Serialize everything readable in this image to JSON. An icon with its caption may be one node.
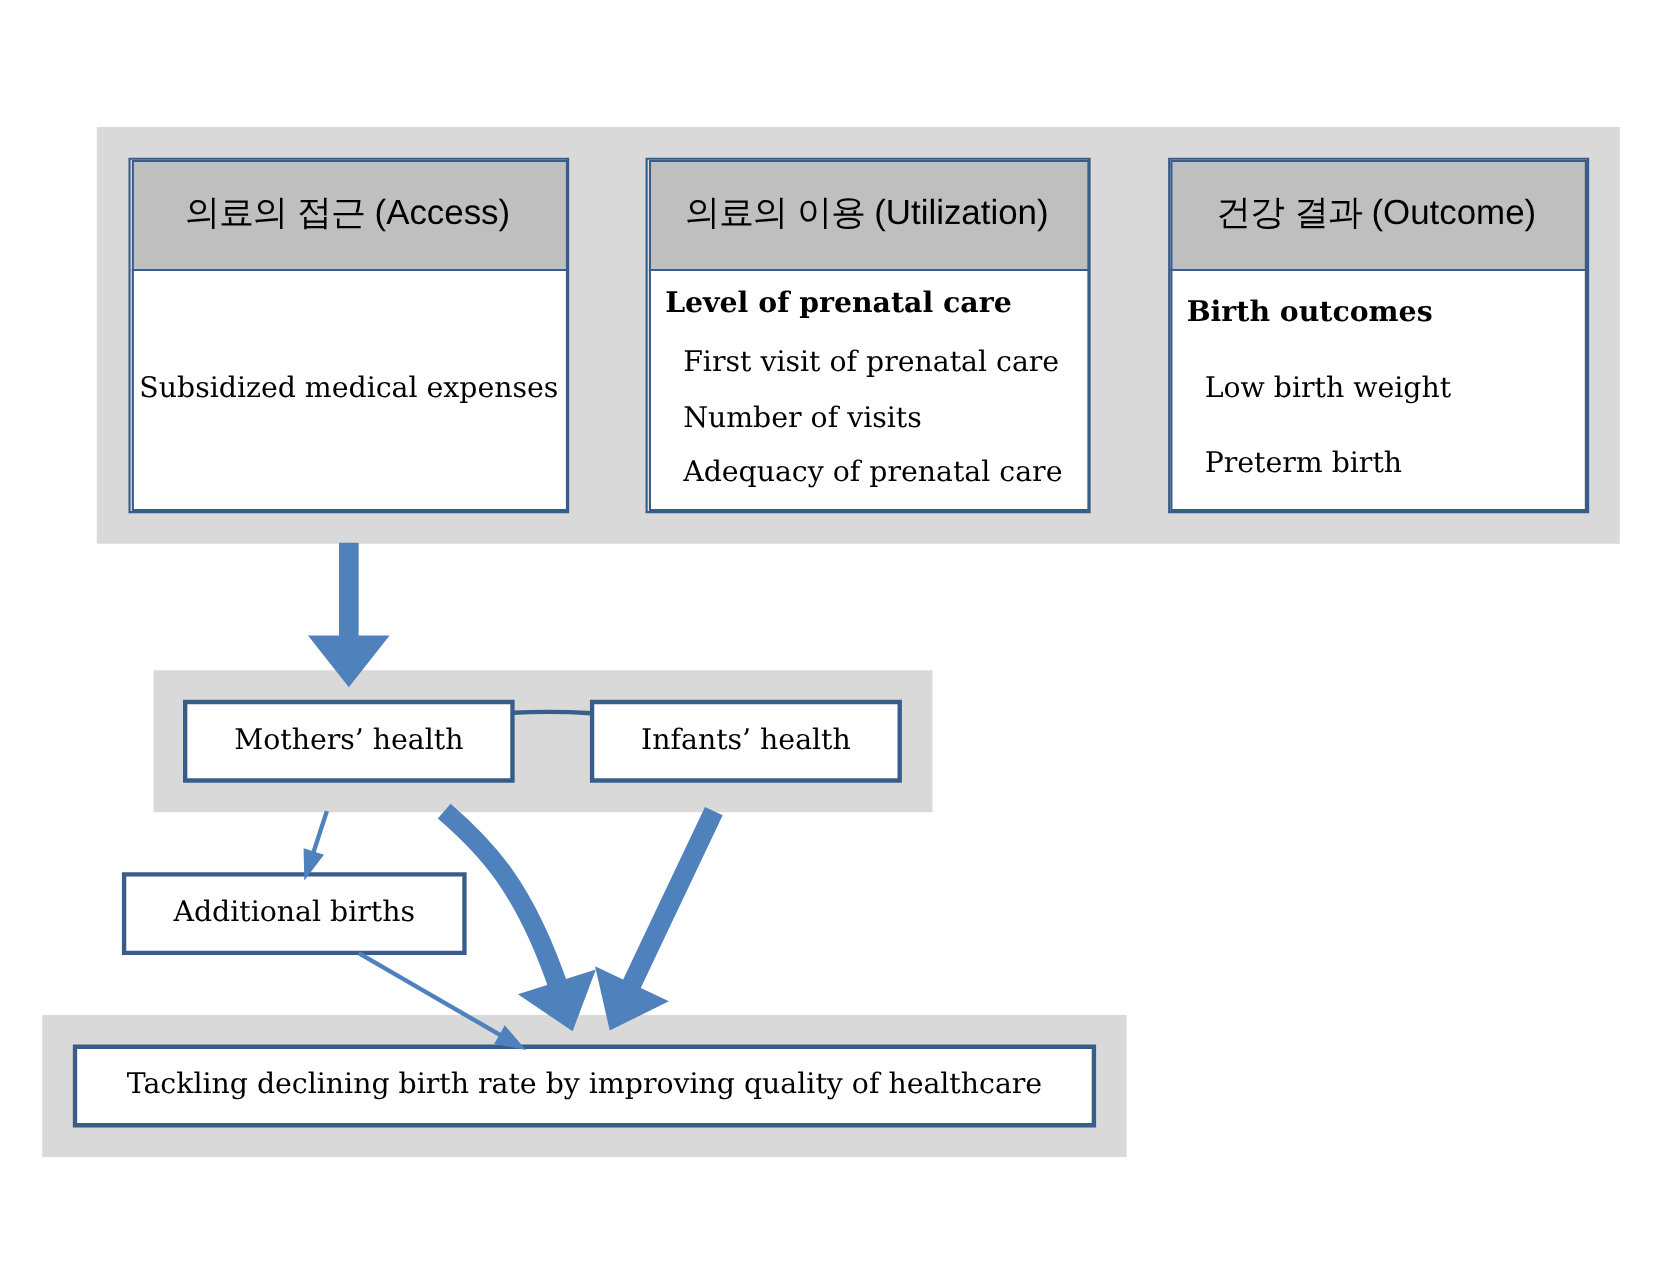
{
  "diagram": {
    "nodes": [
      {
        "text": [],
        "shape": "box"
      },
      {
        "text": [
          "의료의 접근 (Access)",
          "Subsidized medical expenses"
        ],
        "in": 0
      },
      {
        "text": [
          "의료의 이용 (Utilization)",
          "Level of prenatal care",
          "First visit of prenatal care",
          "Number of visits",
          "Adequacy of prenatal care"
        ],
        "in": 0
      },
      {
        "text": [
          "건강 결과 (Outcome)",
          "Birth outcomes",
          "Low birth weight",
          "Preterm birth"
        ],
        "in": 0
      },
      {
        "text": [],
        "shape": "box"
      },
      {
        "text": [
          "Mothers’ health"
        ],
        "in": 4
      },
      {
        "text": [
          "Infants’ health"
        ],
        "in": 4
      },
      {
        "text": [
          "Additional births"
        ]
      },
      {
        "text": [],
        "shape": "box"
      },
      {
        "text": [
          "Tackling declining birth rate by improving quality of healthcare"
        ],
        "in": 8
      }
    ],
    "edges": [
      {
        "from": 0,
        "to": 4,
        "arrow": "to",
        "style": "thick"
      },
      {
        "from": 5,
        "to": 6,
        "arrow": "none",
        "color": "#385d8a"
      },
      {
        "from": 4,
        "to": 7,
        "arrow": "to"
      },
      {
        "from": 7,
        "to": 9,
        "arrow": "to"
      },
      {
        "from": 4,
        "to": 8,
        "arrow": "to",
        "style": "thick"
      },
      {
        "from": 4,
        "to": 8,
        "arrow": "to",
        "style": "thick"
      }
    ]
  }
}
